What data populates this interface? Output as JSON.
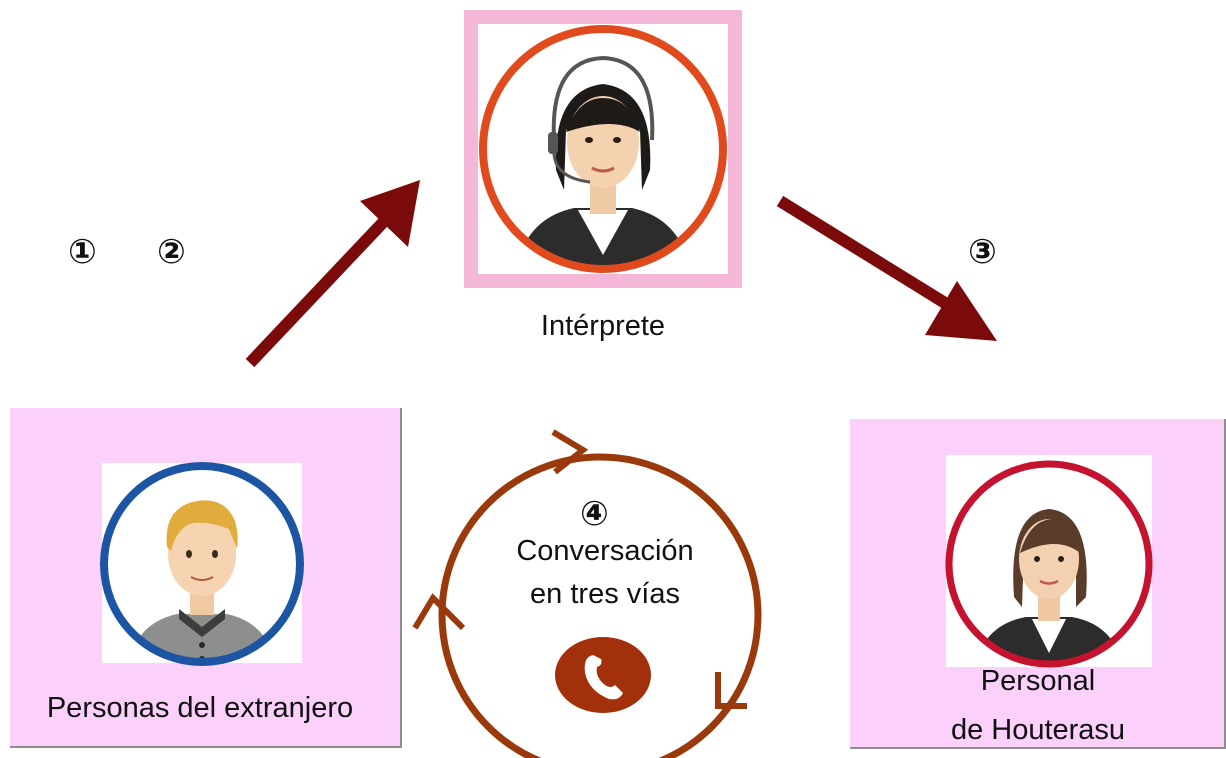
{
  "diagram": {
    "interpreter_label": "Intérprete",
    "foreigner_label": "Personas del extranjero",
    "staff_label_line1": "Personal",
    "staff_label_line2": "de Houterasu",
    "step_1": "①",
    "step_2": "②",
    "step_3": "③",
    "step_4": "④",
    "conversation_line1": "Conversación",
    "conversation_line2": "en tres vías"
  },
  "colors": {
    "box_pink": "#fbd0fb",
    "interpreter_frame_pink": "#f4b7d7",
    "arrow_dark_red": "#7b0b0b",
    "cycle_brown": "#9a3a0c",
    "interpreter_ring": "#e04a1c",
    "foreigner_ring": "#1b55a3",
    "staff_ring": "#c4122f"
  },
  "icons": [
    "phone-icon",
    "interpreter-avatar",
    "foreigner-avatar",
    "staff-avatar"
  ]
}
